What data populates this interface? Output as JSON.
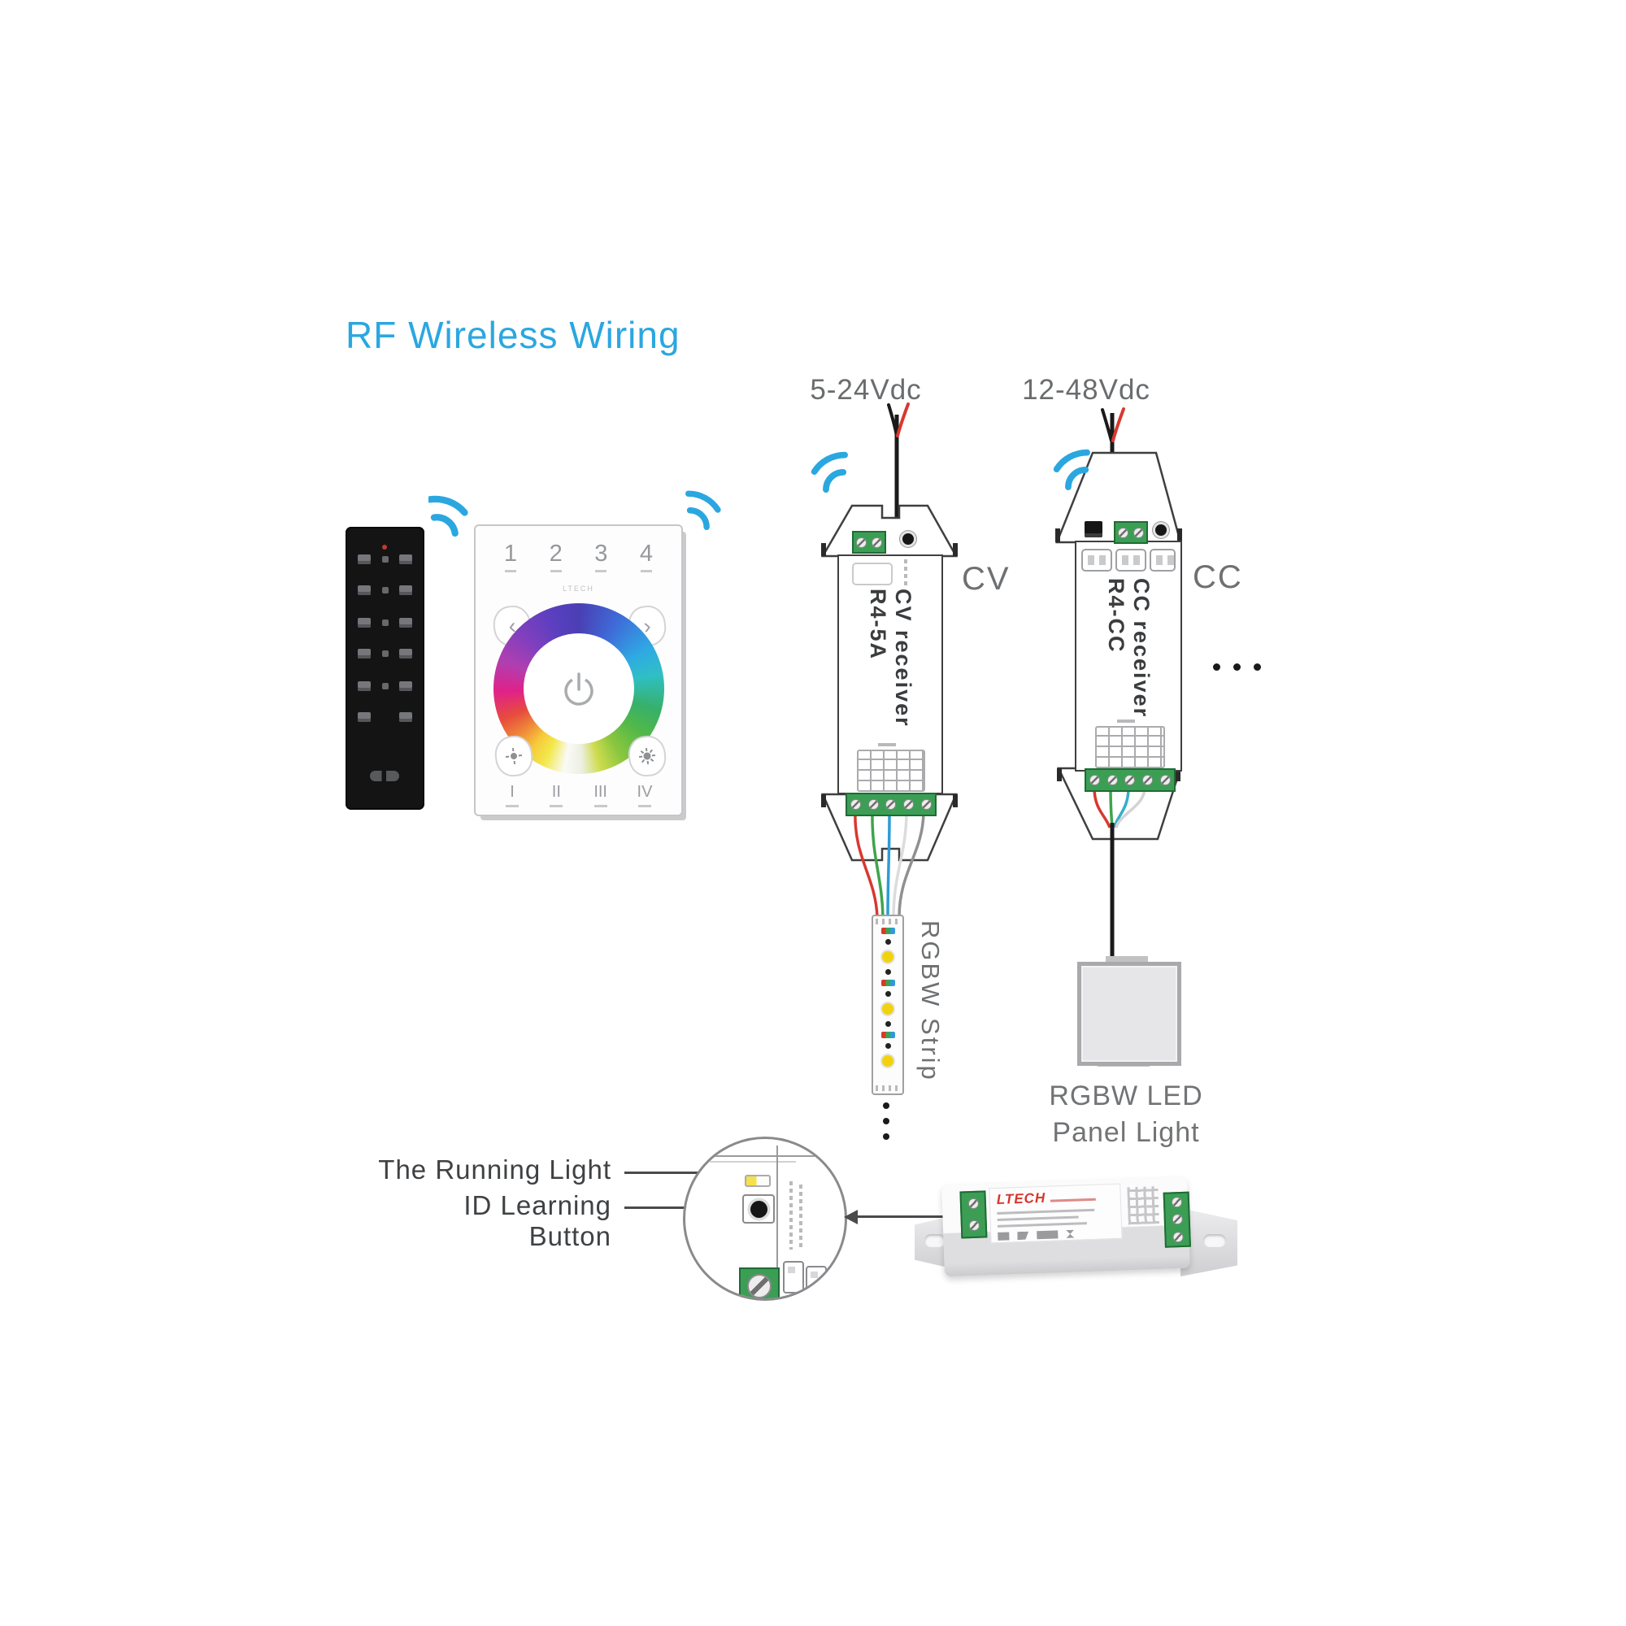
{
  "title": {
    "text": "RF Wireless Wiring"
  },
  "touch_panel": {
    "zones": [
      "1",
      "2",
      "3",
      "4"
    ],
    "brand": "LTECH",
    "scenes": [
      "I",
      "II",
      "III",
      "IV"
    ]
  },
  "receivers": {
    "cv": {
      "voltage": "5-24Vdc",
      "tag": "CV",
      "name_line1": "CV receiver",
      "name_line2": "R4-5A"
    },
    "cc": {
      "voltage": "12-48Vdc",
      "tag": "CC",
      "name_line1": "CC receiver",
      "name_line2": "R4-CC"
    }
  },
  "strip": {
    "label": "RGBW Strip"
  },
  "panel_light": {
    "caption_line1": "RGBW LED",
    "caption_line2": "Panel Light"
  },
  "callouts": {
    "running_light": "The Running Light",
    "id_learning": "ID Learning Button"
  },
  "psu": {
    "brand": "LTECH"
  },
  "colors": {
    "accent_blue": "#2BA7E0",
    "label_gray": "#6E7072",
    "terminal_green": "#3B9E54",
    "wire_red": "#D8382F",
    "wire_green": "#3FA44C",
    "wire_blue": "#2E9BD6",
    "outline": "#3F3F3F"
  }
}
